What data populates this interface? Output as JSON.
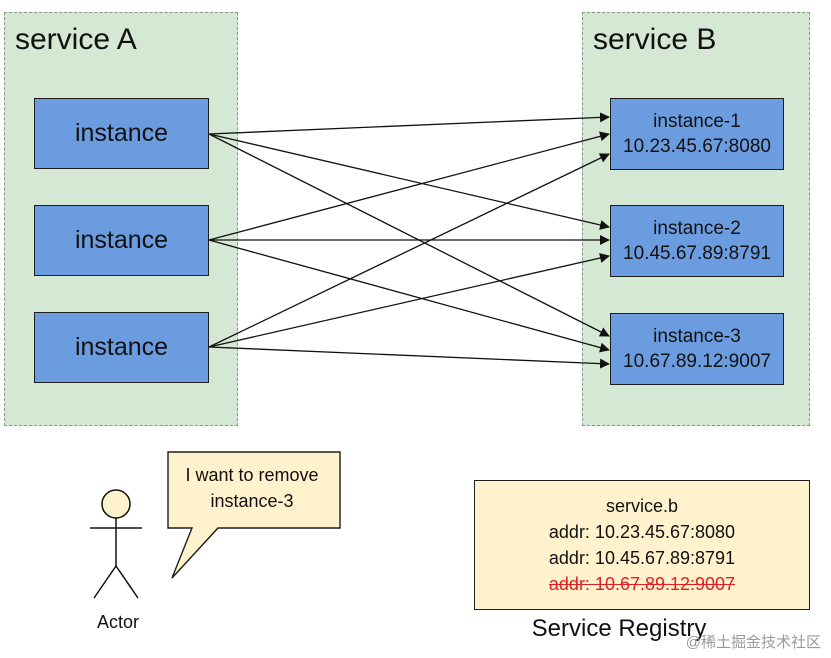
{
  "service_a": {
    "title": "service A",
    "instances": [
      "instance",
      "instance",
      "instance"
    ]
  },
  "service_b": {
    "title": "service B",
    "instances": [
      {
        "name": "instance-1",
        "addr": "10.23.45.67:8080"
      },
      {
        "name": "instance-2",
        "addr": "10.45.67.89:8791"
      },
      {
        "name": "instance-3",
        "addr": "10.67.89.12:9007"
      }
    ]
  },
  "actor": {
    "label": "Actor",
    "speech_lines": [
      "I want to remove",
      "instance-3"
    ]
  },
  "registry": {
    "service": "service.b",
    "entries": [
      {
        "text": "addr: 10.23.45.67:8080",
        "removed": false
      },
      {
        "text": "addr: 10.45.67.89:8791",
        "removed": false
      },
      {
        "text": "addr: 10.67.89.12:9007",
        "removed": true
      }
    ],
    "caption": "Service Registry"
  },
  "watermark": "@稀土掘金技术社区",
  "colors": {
    "group_fill": "#d5e8d4",
    "instance_fill": "#6c9ce0",
    "note_fill": "#fff2cc",
    "removed_text": "#e02020"
  }
}
